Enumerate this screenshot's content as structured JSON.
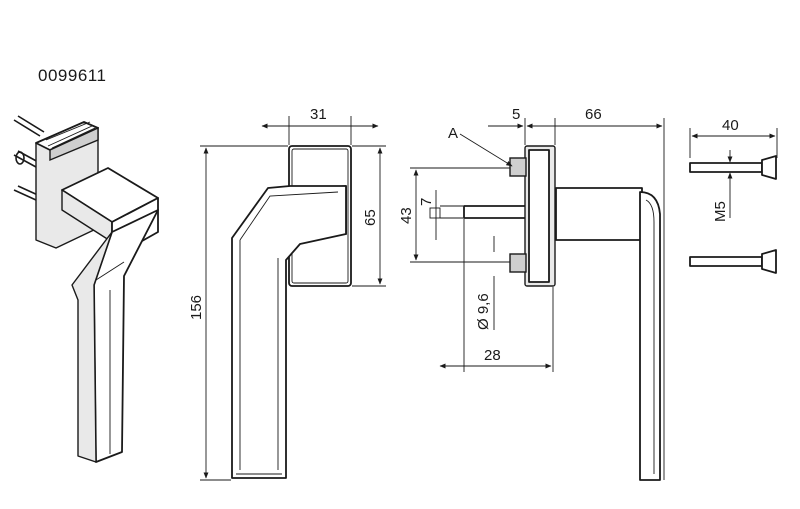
{
  "part_number": "0099611",
  "front_view": {
    "width_label": "31",
    "height_label": "156",
    "base_height_label": "65"
  },
  "side_view": {
    "detail_label": "A",
    "flange_label": "5",
    "depth_label": "66",
    "spacing_label": "43",
    "square_label": "7",
    "diameter_label": "Ø 9,6",
    "spindle_label": "28"
  },
  "screw_view": {
    "length_label": "40",
    "thread_label": "M5"
  }
}
